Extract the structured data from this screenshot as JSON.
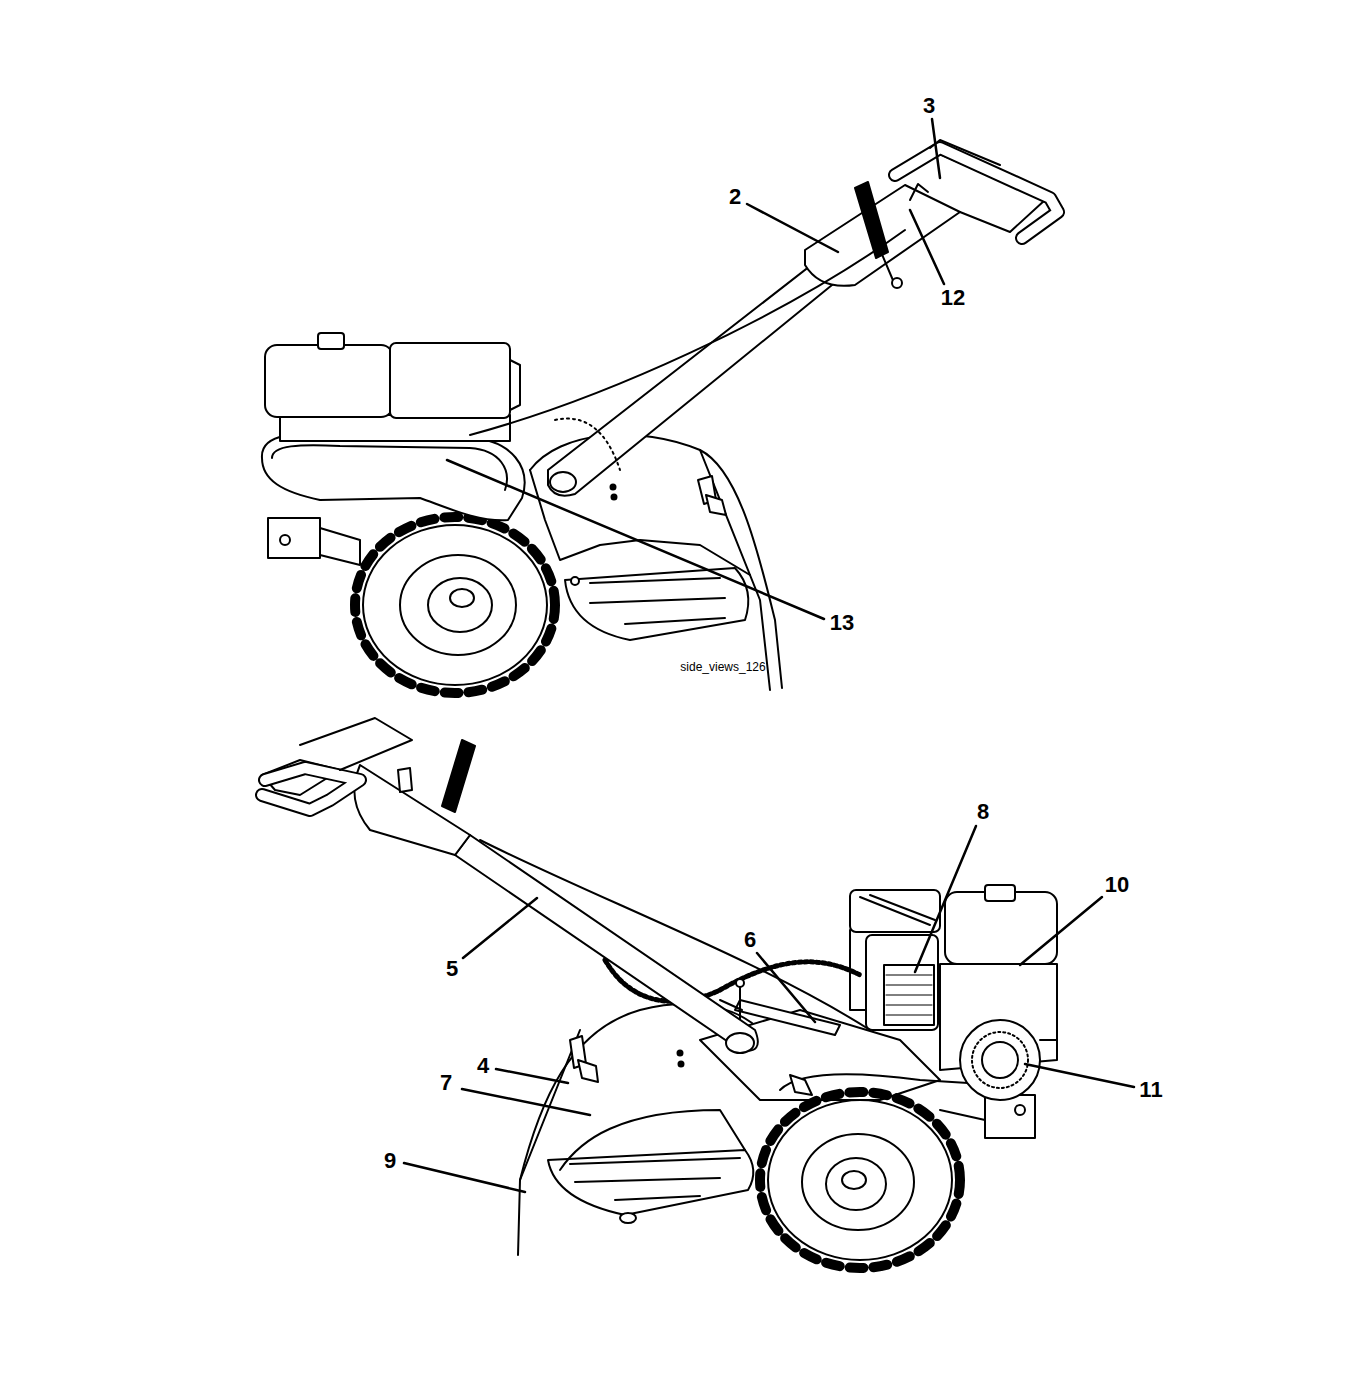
{
  "diagram": {
    "labels": [
      "3",
      "2",
      "12",
      "13",
      "side_views_126",
      "8",
      "10",
      "6",
      "5",
      "11",
      "4",
      "7",
      "9"
    ]
  }
}
